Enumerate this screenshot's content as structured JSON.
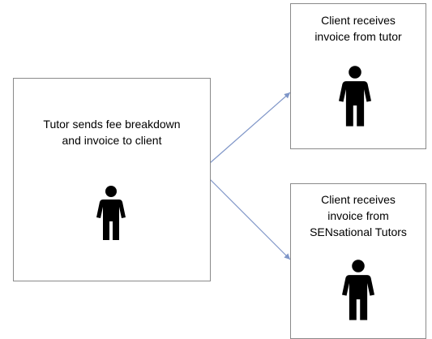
{
  "diagram": {
    "source_box": {
      "line1": "Tutor sends fee breakdown",
      "line2": "and invoice to client",
      "icon": "person-icon"
    },
    "target_top": {
      "line1": "Client receives",
      "line2": "invoice from tutor",
      "icon": "person-icon"
    },
    "target_bottom": {
      "line1": "Client receives",
      "line2": "invoice from",
      "line3": "SENsational Tutors",
      "icon": "person-icon"
    },
    "colors": {
      "border": "#8a8a8a",
      "arrow": "#7f96c8",
      "icon": "#000000"
    }
  }
}
